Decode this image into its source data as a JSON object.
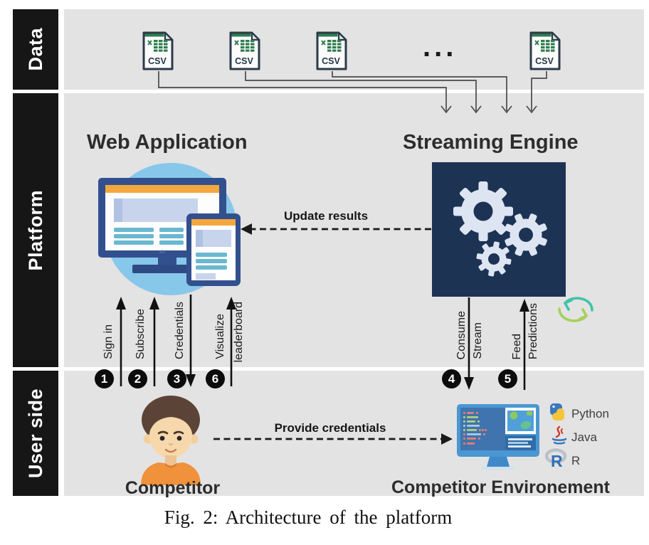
{
  "rows": {
    "data_label": "Data",
    "platform_label": "Platform",
    "user_label": "User side"
  },
  "data_band": {
    "csv_label": "CSV",
    "ellipsis": "..."
  },
  "platform_band": {
    "web_app_title": "Web Application",
    "streaming_title": "Streaming Engine",
    "update_results": "Update results"
  },
  "flows": {
    "sign_in": {
      "num": "1",
      "label": "Sign in"
    },
    "subscribe": {
      "num": "2",
      "label": "Subscribe"
    },
    "credentials": {
      "num": "3",
      "label": "Credentials"
    },
    "visualize": {
      "num": "6",
      "line1": "Visualize",
      "line2": "leaderboard"
    },
    "consume": {
      "num": "4",
      "line1": "Consume",
      "line2": "Stream"
    },
    "feed": {
      "num": "5",
      "line1": "Feed",
      "line2": "Predictions"
    }
  },
  "user_band": {
    "competitor_label": "Competitor",
    "provide_credentials": "Provide credentials",
    "environment_label": "Competitor Environement",
    "languages": [
      {
        "name": "Python"
      },
      {
        "name": "Java"
      },
      {
        "name": "R"
      }
    ]
  },
  "caption": "Fig. 2: Architecture of the platform",
  "colors": {
    "band_bg": "#e3e3e3",
    "row_bar_black": "#161616",
    "engine_navy": "#1d3354",
    "gear_light": "#dde5f3",
    "accent_orange": "#f3a73d",
    "circle_blue": "#87c7ea",
    "monitor_navy": "#32508e",
    "teal_line": "#6ab8d0",
    "csv_green": "#2e7d4f",
    "refresh_teal": "#41c3a6",
    "refresh_lime": "#a5d05c",
    "shirt_orange": "#f0913c"
  }
}
